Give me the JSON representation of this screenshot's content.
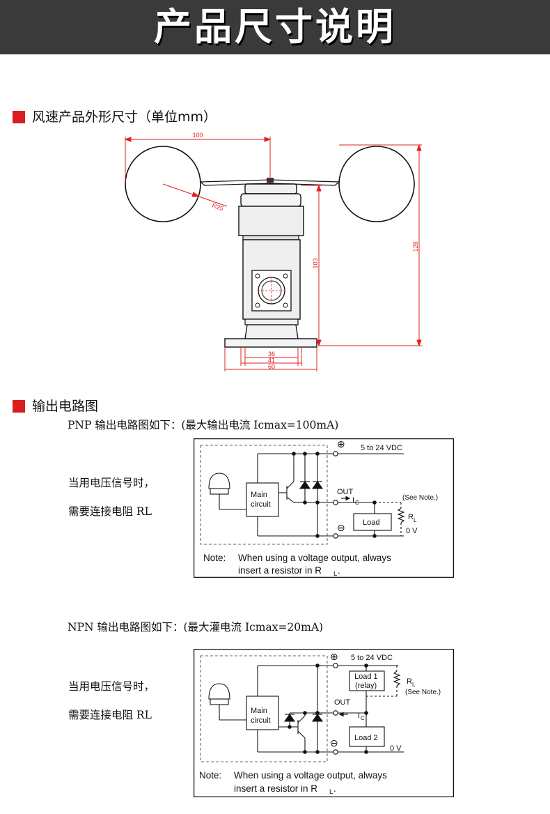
{
  "banner": {
    "title": "产品尺寸说明"
  },
  "section1": {
    "title": "风速产品外形尺寸（单位mm）",
    "dims": {
      "width": "100",
      "radius": "R25",
      "height_total": "128",
      "height_body": "103",
      "w36": "36",
      "w41": "41",
      "w60": "60"
    }
  },
  "section2": {
    "title": "输出电路图",
    "pnp": {
      "heading": "PNP 输出电路图如下：(最大输出电流 Icmax=100mA)",
      "side_line1": "当用电压信号时，",
      "side_line2": "需要连接电阻 RL",
      "supply": "5 to 24 VDC",
      "main_circuit_1": "Main",
      "main_circuit_2": "circuit",
      "out": "OUT",
      "ic": "I",
      "ic_sub": "C",
      "see_note": "(See Note.)",
      "rl": "R",
      "rl_sub": "L",
      "load": "Load",
      "zero_v": "0 V",
      "plus": "⊕",
      "minus": "⊖",
      "note_label": "Note:",
      "note_line1": "When using a voltage output, always",
      "note_line2": "insert a resistor in R",
      "note_sub": "L",
      "note_end": "."
    },
    "npn": {
      "heading": "NPN 输出电路图如下：(最大灌电流 Icmax=20mA)",
      "side_line1": "当用电压信号时，",
      "side_line2": "需要连接电阻 RL",
      "supply": "5 to 24 VDC",
      "main_circuit_1": "Main",
      "main_circuit_2": "circuit",
      "out": "OUT",
      "ic": "I",
      "ic_sub": "C",
      "load1_1": "Load 1",
      "load1_2": "(relay)",
      "rl": "R",
      "rl_sub": "L",
      "see_note": "(See Note.)",
      "load2": "Load 2",
      "zero_v": "0 V",
      "plus": "⊕",
      "minus": "⊖",
      "note_label": "Note:",
      "note_line1": "When using a voltage output, always",
      "note_line2": "insert a resistor in R",
      "note_sub": "L",
      "note_end": "."
    }
  },
  "colors": {
    "banner_bg": "#3a3a3a",
    "accent": "#d81e1e",
    "dim_red": "#e02020"
  }
}
